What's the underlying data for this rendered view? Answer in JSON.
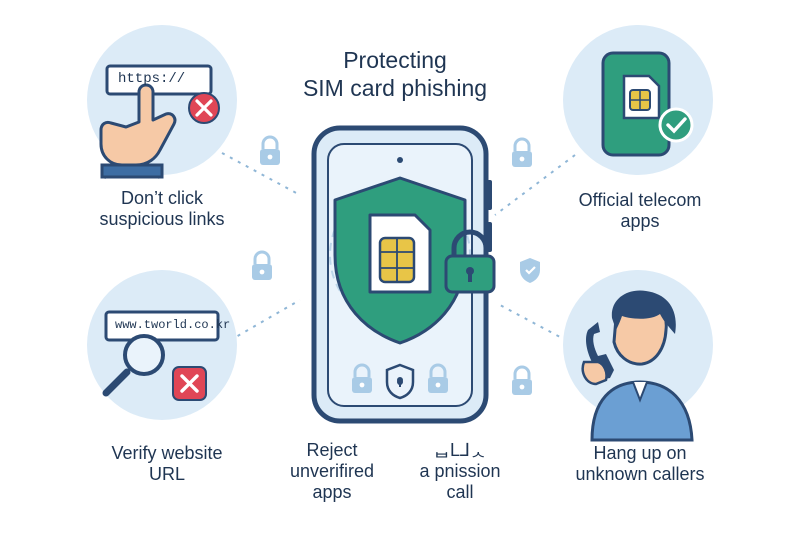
{
  "title": {
    "line1": "Protecting",
    "line2": "SIM card phishing"
  },
  "tips": {
    "links": {
      "line1": "Don’t click",
      "line2": "suspicious  links",
      "url_text": "https://"
    },
    "telecom": {
      "line1": "Official telecom",
      "line2": "apps"
    },
    "website": {
      "line1": "Verify website",
      "line2": "URL",
      "url_text": "www.tworld.co.kr"
    },
    "reject": {
      "line1": "Reject",
      "line2": "unverifired",
      "line3": "apps"
    },
    "permission": {
      "line1": "ᆸL⅃ᆺ",
      "line2": "a pnission",
      "line3": "call"
    },
    "callers": {
      "line1": "Hang up on",
      "line2": "unknown callers"
    }
  },
  "colors": {
    "circle_bg": "#dcebf7",
    "navy": "#2c4a73",
    "green": "#2f9e7e",
    "red": "#e04656",
    "gold": "#e8c547",
    "lock_light": "#a9cbe6"
  }
}
